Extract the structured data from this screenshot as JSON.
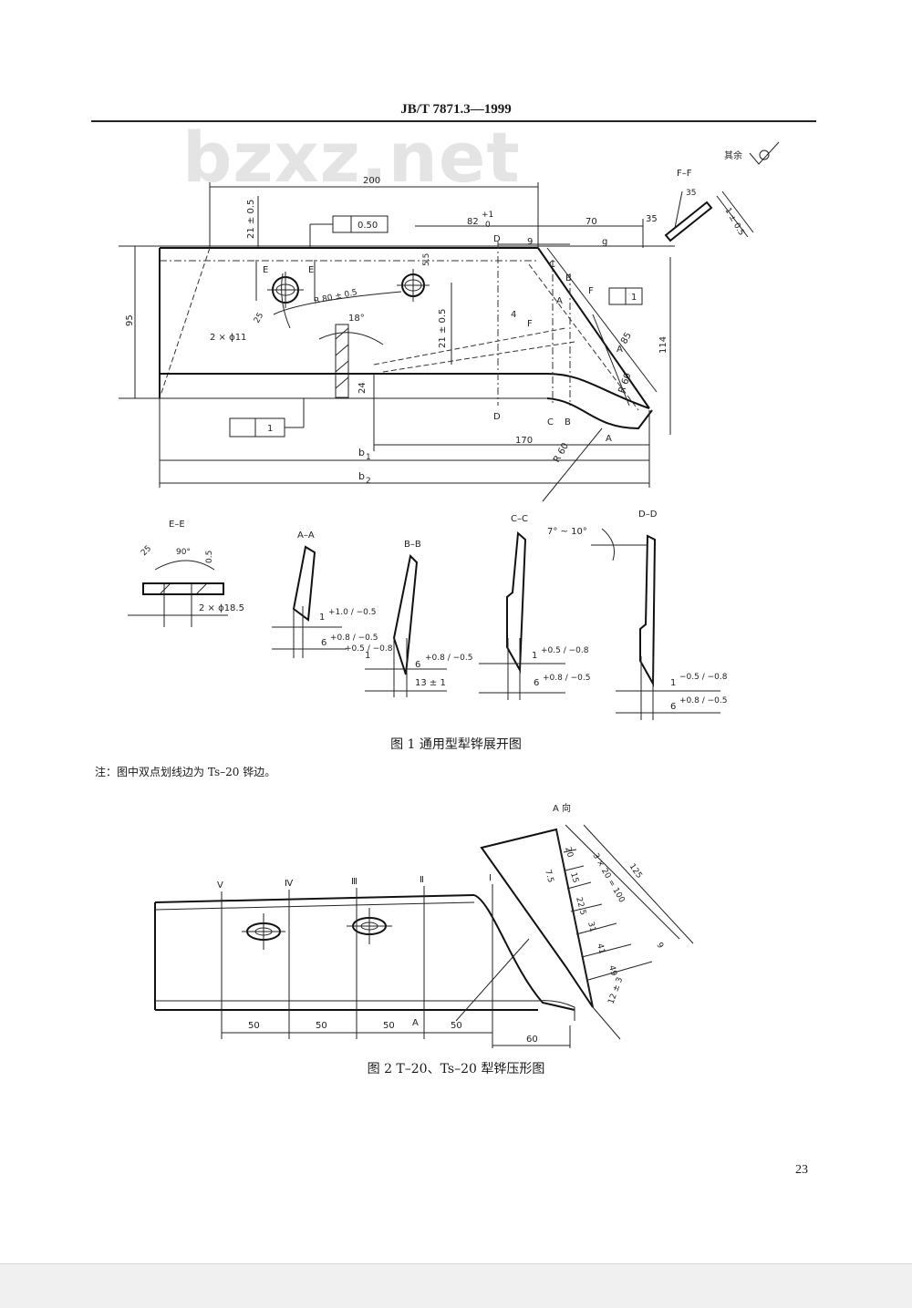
{
  "header": {
    "standard": "JB/T 7871.3—1999"
  },
  "watermark": "bzxz.net",
  "fig1": {
    "caption": "图 1   通用型犁铧展开图",
    "rest_mark": "其余",
    "dims": {
      "d200": "200",
      "d82": "82",
      "d82_sup": "+1",
      "d82_sub": "0",
      "d70": "70",
      "d35": "35",
      "d9": "9",
      "dg": "g",
      "d21_top": "21 ± 0.5",
      "d21_mid": "21 ± 0.5",
      "d95": "95",
      "d114": "114",
      "d24": "24",
      "d170": "170",
      "d5_5": "5.5",
      "d4": "4",
      "d18": "18°",
      "d25": "25",
      "r80": "R 80 ± 0.5",
      "r60a": "R 60",
      "r60b": "R 60",
      "d85": "85",
      "holes": "2 × ϕ11",
      "b1": "b",
      "b1_sub": "1",
      "b2": "b",
      "b2_sub": "2",
      "tol_flat": "0.50",
      "tol_perp1": "1",
      "tol_perp2": "1"
    },
    "sections": {
      "ee": "E–E",
      "aa": "A–A",
      "bb": "B–B",
      "cc": "C–C",
      "dd": "D–D",
      "ff": "F–F",
      "ee_angle": "90°",
      "ee_25": "25",
      "ee_05": "0.5",
      "ee_hole": "2 × ϕ18.5",
      "aa_t1": "1",
      "aa_t1_tol": "+1.0 / −0.5",
      "aa_t6": "6",
      "aa_t6_tol": "+0.8 / −0.5",
      "bb_t1": "1",
      "bb_t1_tol": "+0.5 / −0.8",
      "bb_t6": "6",
      "bb_t6_tol": "+0.8 / −0.5",
      "bb_13": "13 ± 1",
      "cc_t1": "1",
      "cc_t1_tol": "+0.5 / −0.8",
      "cc_t6": "6",
      "cc_t6_tol": "+0.8 / −0.5",
      "dd_angle": "7° ~ 10°",
      "dd_t1": "1",
      "dd_t1_tol": "−0.5 / −0.8",
      "dd_t6": "6",
      "dd_t6_tol": "+0.8 / −0.5",
      "ff_35": "35",
      "ff_1": "1 ± 0.5"
    },
    "letters": {
      "D": "D",
      "C": "C",
      "B": "B",
      "A": "A",
      "F": "F",
      "E": "E"
    }
  },
  "note": "注：图中双点划线边为 Ts–20 铧边。",
  "fig2": {
    "caption": "图 2   T–20、Ts–20 犁铧压形图",
    "view": "A 向",
    "stations": [
      "V",
      "Ⅳ",
      "Ⅲ",
      "Ⅱ",
      "Ⅰ"
    ],
    "spacing": [
      "50",
      "50",
      "50",
      "50"
    ],
    "d60": "60",
    "A": "A",
    "wedge": [
      "20",
      "7.5",
      "15",
      "22.5",
      "31",
      "41",
      "49"
    ],
    "d125": "125",
    "d3x20": "3 × 20 = 100",
    "d9": "9",
    "d12": "12 ± 3"
  },
  "page_number": "23"
}
